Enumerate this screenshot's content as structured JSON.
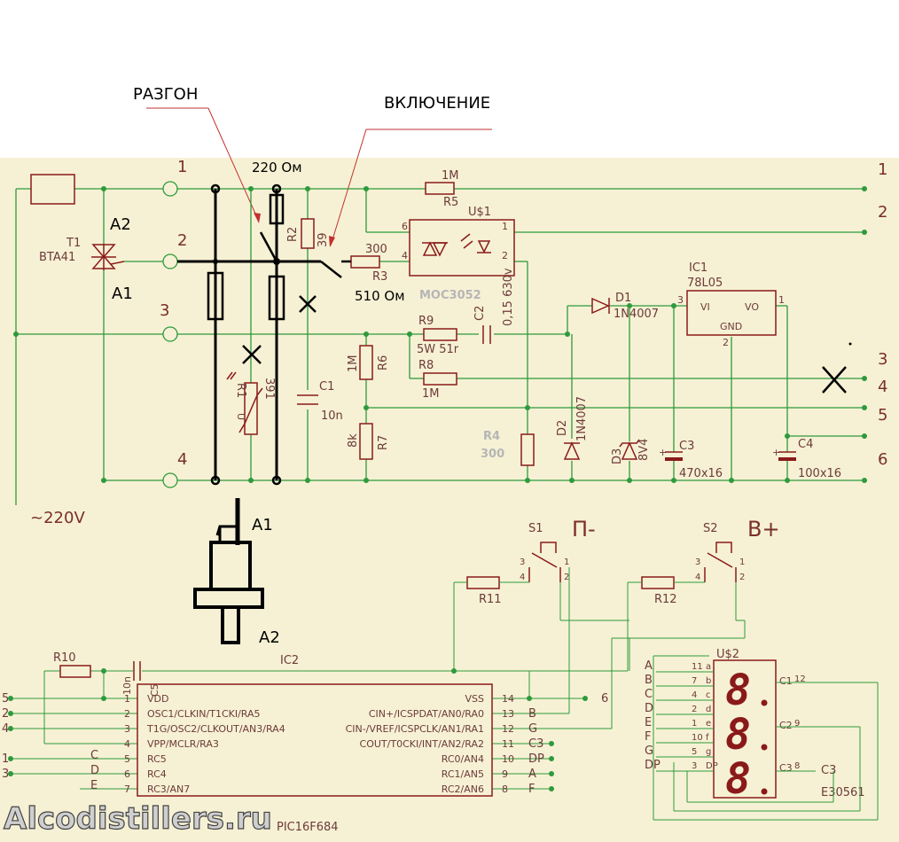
{
  "annotations": {
    "razgon": "РАЗГОН",
    "vklyuchenie": "ВКЛЮЧЕНИЕ",
    "r220": "220 Ом",
    "r510": "510 Ом",
    "a1_top": "A1",
    "a2_top": "A2",
    "a1_bottom": "A1",
    "a2_bottom": "A2"
  },
  "connector_left": {
    "pin1": "1",
    "pin2": "2",
    "pin3": "3",
    "pin4": "4"
  },
  "connector_right": {
    "pin1": "1",
    "pin2": "2",
    "pin3": "3",
    "pin4": "4",
    "pin5": "5",
    "pin6": "6"
  },
  "mains_label": "~220V",
  "components": {
    "t1_name": "T1",
    "t1_value": "BTA41",
    "r5_name": "R5",
    "r5_value": "1M",
    "u1_name": "U$1",
    "u1_value": "MOC3052",
    "r2_name": "R2",
    "r2_value": "39",
    "r3_name": "R3",
    "r3_value": "300",
    "r1_name": "R1",
    "r1_value": "391",
    "r1_u": "U",
    "c1_name": "C1",
    "c1_value": "10n",
    "r6_name": "R6",
    "r6_value": "1M",
    "r7_name": "R7",
    "r7_value": "8k",
    "r9_name": "R9",
    "r9_value": "5W 51r",
    "r8_name": "R8",
    "r8_value": "1M",
    "c2_name": "C2",
    "c2_value": "0,15 630v",
    "r4_name": "R4",
    "r4_value": "300",
    "d1_name": "D1",
    "d1_value": "1N4007",
    "d2_name": "D2",
    "d2_value": "1N4007",
    "d3_name": "D3",
    "d3_value": "8V4",
    "c3_name": "C3",
    "c3_value": "470x16",
    "c4_name": "C4",
    "c4_value": "100x16",
    "ic1_name": "IC1",
    "ic1_value": "78L05",
    "ic1_vi": "VI",
    "ic1_vo": "VO",
    "ic1_gnd": "GND",
    "s1_name": "S1",
    "s1_func": "П-",
    "s2_name": "S2",
    "s2_func": "В+",
    "r11_name": "R11",
    "r12_name": "R12",
    "r10_name": "R10",
    "c5_name": "C5",
    "c5_value": "10n",
    "ic2_name": "IC2",
    "ic2_part": "PIC16F684",
    "u2_name": "U$2",
    "u2_part": "E30561",
    "display_digits": "8.8.8"
  },
  "ic2_pins_left": [
    {
      "num": "1",
      "name": "VDD"
    },
    {
      "num": "2",
      "name": "OSC1/CLKIN/T1CKI/RA5"
    },
    {
      "num": "3",
      "name": "T1G/OSC2/CLKOUT/AN3/RA4"
    },
    {
      "num": "4",
      "name": "VPP/MCLR/RA3"
    },
    {
      "num": "5",
      "name": "RC5"
    },
    {
      "num": "6",
      "name": "RC4"
    },
    {
      "num": "7",
      "name": "RC3/AN7"
    }
  ],
  "ic2_pins_right": [
    {
      "num": "14",
      "name": "VSS"
    },
    {
      "num": "13",
      "name": "CIN+/ICSPDAT/AN0/RA0"
    },
    {
      "num": "12",
      "name": "CIN-/VREF/ICSPCLK/AN1/RA1"
    },
    {
      "num": "11",
      "name": "COUT/T0CKI/INT/AN2/RA2"
    },
    {
      "num": "10",
      "name": "RC0/AN4"
    },
    {
      "num": "9",
      "name": "RC1/AN5"
    },
    {
      "num": "8",
      "name": "RC2/AN6"
    }
  ],
  "ic2_left_nets": [
    "5",
    "2",
    "4",
    "1",
    "3"
  ],
  "ic2_left_seg": [
    "C",
    "D",
    "E"
  ],
  "ic2_right_nets": [
    "B",
    "G",
    "C3",
    "DP",
    "A",
    "F"
  ],
  "ic2_vss_net": "6",
  "u2_pins": [
    {
      "seg": "A",
      "num": "11",
      "pin": "a"
    },
    {
      "seg": "B",
      "num": "7",
      "pin": "b"
    },
    {
      "seg": "C",
      "num": "4",
      "pin": "c"
    },
    {
      "seg": "D",
      "num": "2",
      "pin": "d"
    },
    {
      "seg": "E",
      "num": "1",
      "pin": "e"
    },
    {
      "seg": "F",
      "num": "10",
      "pin": "f"
    },
    {
      "seg": "G",
      "num": "5",
      "pin": "g"
    },
    {
      "seg": "DP",
      "num": "3",
      "pin": "DP"
    }
  ],
  "u2_commons": [
    {
      "name": "C1",
      "num": "12"
    },
    {
      "name": "C2",
      "num": "9"
    },
    {
      "name": "C3",
      "num": "8"
    }
  ],
  "u2_c3_net": "C3",
  "pin_numbers": {
    "u1_6": "6",
    "u1_1": "1",
    "u1_4": "4",
    "u1_2": "2",
    "ic1_3": "3",
    "ic1_1": "1",
    "ic1_2": "2",
    "s_3": "3",
    "s_4": "4",
    "s_1": "1",
    "s_2": "2"
  },
  "watermark": "Alcodistillers.ru",
  "colors": {
    "background": "#f6f1d4",
    "wire": "#2e9a3c",
    "part": "#8a1a1a",
    "overlay": "#000000"
  }
}
